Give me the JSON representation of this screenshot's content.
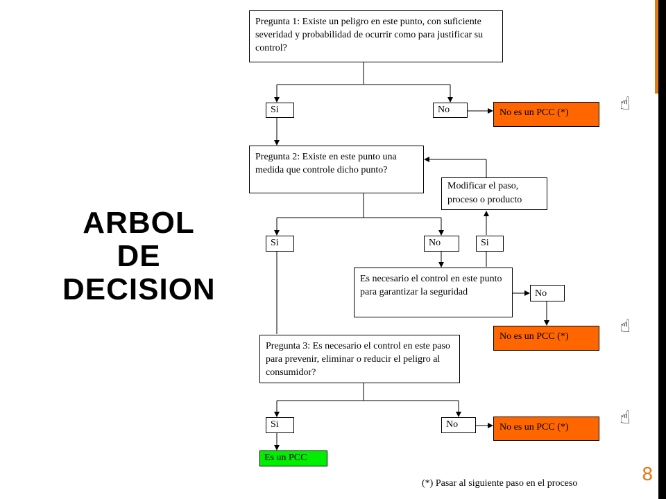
{
  "title": {
    "line1": "ARBOL",
    "line2": "DE",
    "line3": "DECISION"
  },
  "question1": "Pregunta 1:  Existe un peligro en este punto, con suficiente  severidad y probabilidad de ocurrir como para justificar su control?",
  "question2": "Pregunta 2:  Existe en este punto una medida que controle dicho punto?",
  "question3": "Pregunta 3: Es necesario el control en este paso para prevenir, eliminar o reducir el peligro al consumidor?",
  "control_question": "Es necesario el control en este punto para garantizar   la seguridad",
  "modify_step": "Modificar el paso, proceso o producto",
  "answers": {
    "q1_yes": "Si",
    "q1_no": "No",
    "q2_yes": "Si",
    "q2_no": "No",
    "control_yes": "Si",
    "control_no": "No",
    "q3_yes": "Si",
    "q3_no": "No"
  },
  "outcomes": {
    "not_pcc_1": "No es un PCC (*)",
    "not_pcc_2": "No es un PCC (*)",
    "not_pcc_3": "No es un PCC (*)",
    "is_pcc": "Es un PCC"
  },
  "icons": {
    "hand_pointer": "hand-pointing-up-icon",
    "hand_glyph": "☝"
  },
  "footnote": "(*) Pasar al siguiente paso en el proceso",
  "page_number": "8",
  "colors": {
    "orange_box": "#ff6600",
    "green_box": "#00ee00",
    "accent_bar": "#e07b1a",
    "side_bar": "#000000"
  }
}
